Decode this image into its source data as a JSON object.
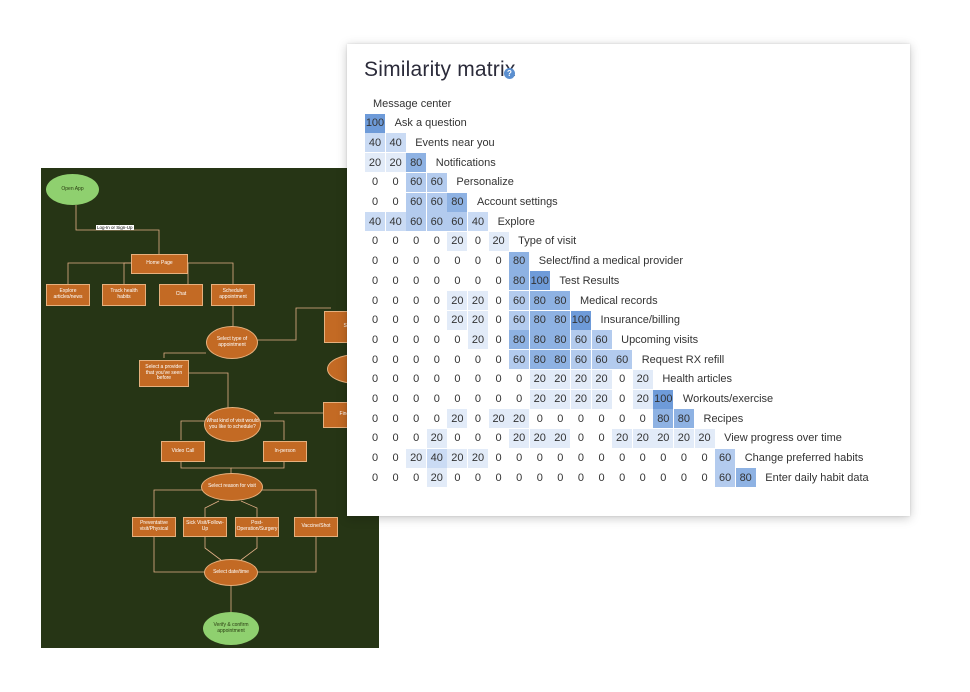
{
  "flowchart": {
    "edge_label": "Log-In or Sign-Up",
    "nodes": {
      "open_app": "Open App",
      "home_page": "Home Page",
      "explore_articles": "Explore articles/news",
      "track_habits": "Track health habits",
      "chat": "Chat",
      "schedule": "Schedule appointment",
      "select_type": "Select type of appointment",
      "select_provider_seen": "Select a provider that you've seen before",
      "right_box_1": "Selec pro",
      "right_oval": "Plea lo",
      "find_provider": "Find & s pro",
      "what_kind": "What kind of visit would you like to schedule?",
      "video_call": "Video Call",
      "in_person": "In-person",
      "select_reason": "Select reason for visit",
      "preventative": "Preventative visit/Physical",
      "sick": "Sick Visit/Follow-Up",
      "post_op": "Post-Operation/Surgery",
      "vaccine": "Vaccine/Shot",
      "select_date": "Select date/time",
      "verify": "Verify & confirm appointment"
    }
  },
  "matrix": {
    "title": "Similarity matrix",
    "help_glyph": "?",
    "colors": {
      "c100": "#6e9bd9",
      "c80": "#8eb2e3",
      "c60": "#b3cbee",
      "c40": "#cadbf4",
      "c20": "#e2ebf8"
    },
    "rows": [
      {
        "label": "Message center",
        "values": []
      },
      {
        "label": "Ask a question",
        "values": [
          "100"
        ]
      },
      {
        "label": "Events near you",
        "values": [
          "40",
          "40"
        ]
      },
      {
        "label": "Notifications",
        "values": [
          "20",
          "20",
          "80"
        ]
      },
      {
        "label": "Personalize",
        "values": [
          "0",
          "0",
          "60",
          "60"
        ]
      },
      {
        "label": "Account settings",
        "values": [
          "0",
          "0",
          "60",
          "60",
          "80"
        ]
      },
      {
        "label": "Explore",
        "values": [
          "40",
          "40",
          "60",
          "60",
          "60",
          "40"
        ]
      },
      {
        "label": "Type of visit",
        "values": [
          "0",
          "0",
          "0",
          "0",
          "20",
          "0",
          "20"
        ]
      },
      {
        "label": "Select/find a medical provider",
        "values": [
          "0",
          "0",
          "0",
          "0",
          "0",
          "0",
          "0",
          "80"
        ]
      },
      {
        "label": "Test Results",
        "values": [
          "0",
          "0",
          "0",
          "0",
          "0",
          "0",
          "0",
          "80",
          "100"
        ]
      },
      {
        "label": "Medical records",
        "values": [
          "0",
          "0",
          "0",
          "0",
          "20",
          "20",
          "0",
          "60",
          "80",
          "80"
        ]
      },
      {
        "label": "Insurance/billing",
        "values": [
          "0",
          "0",
          "0",
          "0",
          "20",
          "20",
          "0",
          "60",
          "80",
          "80",
          "100"
        ]
      },
      {
        "label": "Upcoming visits",
        "values": [
          "0",
          "0",
          "0",
          "0",
          "0",
          "20",
          "0",
          "80",
          "80",
          "80",
          "60",
          "60"
        ]
      },
      {
        "label": "Request RX refill",
        "values": [
          "0",
          "0",
          "0",
          "0",
          "0",
          "0",
          "0",
          "60",
          "80",
          "80",
          "60",
          "60",
          "60"
        ]
      },
      {
        "label": "Health articles",
        "values": [
          "0",
          "0",
          "0",
          "0",
          "0",
          "0",
          "0",
          "0",
          "20",
          "20",
          "20",
          "20",
          "0",
          "20"
        ]
      },
      {
        "label": "Workouts/exercise",
        "values": [
          "0",
          "0",
          "0",
          "0",
          "0",
          "0",
          "0",
          "0",
          "20",
          "20",
          "20",
          "20",
          "0",
          "20",
          "100"
        ]
      },
      {
        "label": "Recipes",
        "values": [
          "0",
          "0",
          "0",
          "0",
          "20",
          "0",
          "20",
          "20",
          "0",
          "0",
          "0",
          "0",
          "0",
          "0",
          "80",
          "80"
        ]
      },
      {
        "label": "View progress over time",
        "values": [
          "0",
          "0",
          "0",
          "20",
          "0",
          "0",
          "0",
          "20",
          "20",
          "20",
          "0",
          "0",
          "20",
          "20",
          "20",
          "20",
          "20"
        ]
      },
      {
        "label": "Change preferred habits",
        "values": [
          "0",
          "0",
          "20",
          "40",
          "20",
          "20",
          "0",
          "0",
          "0",
          "0",
          "0",
          "0",
          "0",
          "0",
          "0",
          "0",
          "0",
          "60"
        ]
      },
      {
        "label": "Enter daily habit data",
        "values": [
          "0",
          "0",
          "0",
          "20",
          "0",
          "0",
          "0",
          "0",
          "0",
          "0",
          "0",
          "0",
          "0",
          "0",
          "0",
          "0",
          "0",
          "60",
          "80"
        ]
      }
    ]
  }
}
